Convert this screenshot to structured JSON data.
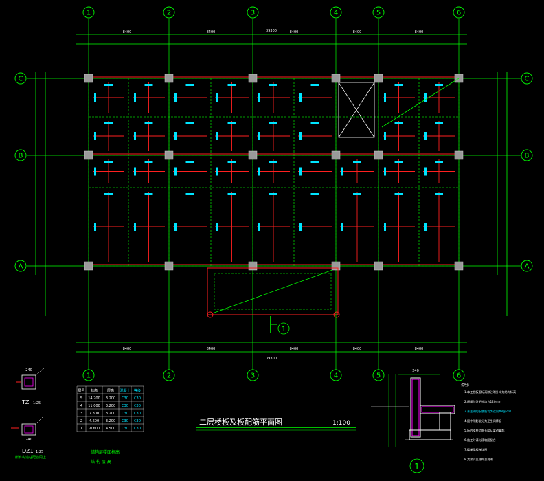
{
  "axes_columns": [
    "1",
    "2",
    "3",
    "4",
    "5",
    "6"
  ],
  "axes_rows": [
    "C",
    "B",
    "A"
  ],
  "dims": {
    "top_total": "39300",
    "top_spans": [
      "8400",
      "8400",
      "8400",
      "8400",
      "8400"
    ],
    "bottom_total": "39300",
    "bottom_spans": [
      "8400",
      "8400",
      "8400",
      "8400",
      "8400"
    ]
  },
  "section_marker": "1",
  "title": {
    "text": "二层楼板及板配筋平面图",
    "scale": "1:100"
  },
  "table": {
    "header": [
      "层号",
      "标高",
      "层高",
      "混凝土",
      "等级"
    ],
    "rows": [
      [
        "5",
        "14.200",
        "3.200",
        "C30",
        "C30"
      ],
      [
        "4",
        "11.000",
        "3.200",
        "C30",
        "C30"
      ],
      [
        "3",
        "7.800",
        "3.200",
        "C30",
        "C30"
      ],
      [
        "2",
        "4.600",
        "3.200",
        "C30",
        "C30"
      ],
      [
        "1",
        "-0.600",
        "4.500",
        "C30",
        "C30"
      ]
    ],
    "caption": "结构层楼面标高",
    "caption2": "结 构 层 高"
  },
  "details": {
    "tz_label": "TZ",
    "tz_scale": "1:25",
    "dz_label": "DZ1",
    "dz_scale": "1:25",
    "tz_dim": "240",
    "dz_dim": "240",
    "dz_note": "所有构造柱配筋同上"
  },
  "section": {
    "marker": "1",
    "dim_top": "240"
  },
  "notes": {
    "heading": "说明：",
    "lines": [
      "1.本工程板面标高除注明外均为结构标高",
      "2.板厚除注明外均为120mm",
      "3.未注明的板底筋均为双向Φ8@200",
      "4.图中阴影部分为卫生间降板",
      "5.板的支座负筋长度从梁边算起",
      "6.施工时请与建筑图配合",
      "7.楼梯见楼梯详图",
      "8.其余详见结构总说明"
    ]
  },
  "colors": {
    "axis": "#00ff00",
    "column": "#9a9a9a",
    "rebar": "#ff2020",
    "label": "#00e5ff",
    "text": "#ffffff",
    "detail": "#ff00ff"
  }
}
